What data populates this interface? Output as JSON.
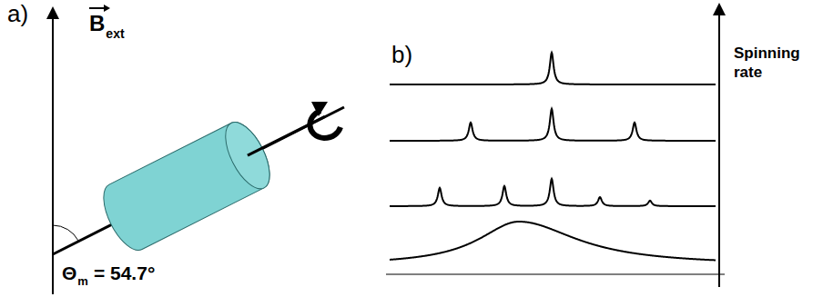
{
  "diagram": {
    "labels": [
      "a)",
      "B",
      "ext",
      "Θ",
      "m",
      "= 54.7°",
      "b)",
      "Spinning rate"
    ]
  }
}
